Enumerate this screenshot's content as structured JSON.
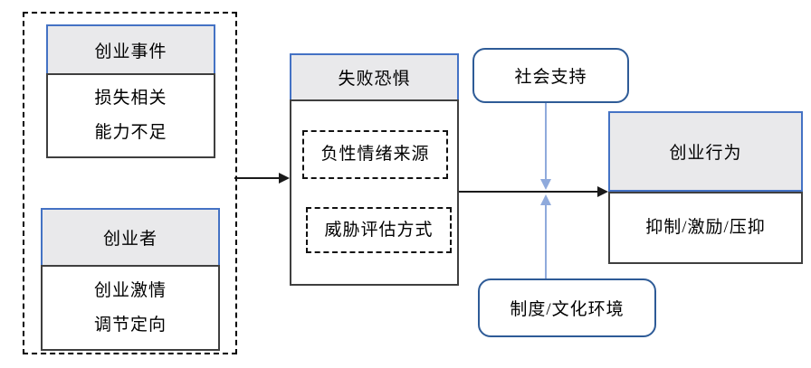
{
  "colors": {
    "header_fill": "#E9E9EB",
    "header_border": "#4472C4",
    "body_border": "#3F3F3F",
    "dashed_border": "#000000",
    "rounded_border": "#2E5B97",
    "arrow_black": "#1A1A1A",
    "arrow_blue": "#8FAADC"
  },
  "diagram": {
    "antecedents": {
      "boxes": [
        {
          "header": "创业事件",
          "body_lines": [
            "损失相关",
            "能力不足"
          ]
        },
        {
          "header": "创业者",
          "body_lines": [
            "创业激情",
            "调节定向"
          ]
        }
      ]
    },
    "mediator": {
      "header": "失败恐惧",
      "components": [
        "负性情绪来源",
        "威胁评估方式"
      ]
    },
    "moderators": {
      "top": "社会支持",
      "bottom": "制度/文化环境"
    },
    "outcome": {
      "header": "创业行为",
      "body": "抑制/激励/压抑"
    }
  }
}
